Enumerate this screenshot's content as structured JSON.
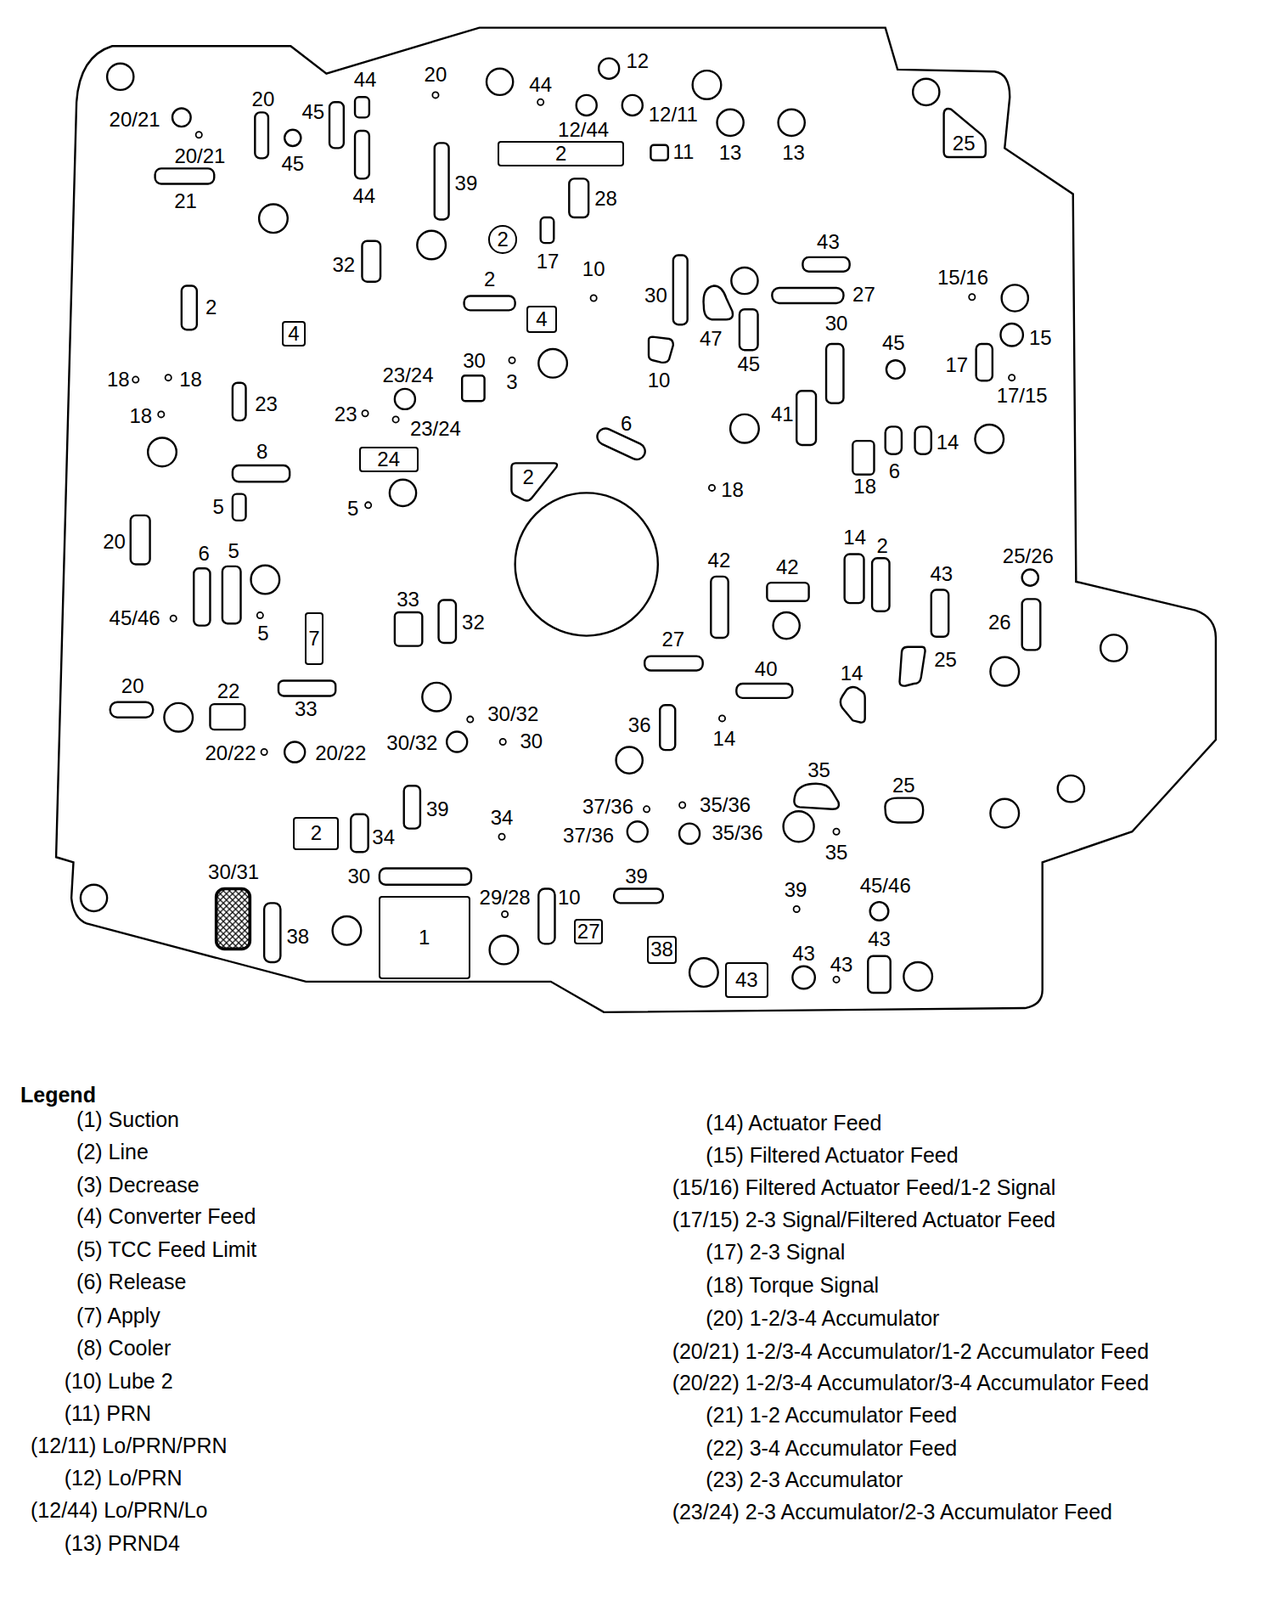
{
  "diagram": {
    "nodes": [
      {
        "text": [
          "2"
        ]
      },
      {
        "text": [
          "25"
        ]
      },
      {
        "text": [
          "2"
        ]
      },
      {
        "text": [
          "4"
        ]
      },
      {
        "text": [
          "4"
        ]
      },
      {
        "text": [
          "24"
        ]
      },
      {
        "text": [
          "2"
        ]
      },
      {
        "text": [
          "7"
        ]
      },
      {
        "text": [
          "2"
        ]
      },
      {
        "text": [
          "1"
        ]
      },
      {
        "text": [
          "27"
        ]
      },
      {
        "text": [
          "38"
        ]
      },
      {
        "text": [
          "43"
        ]
      }
    ],
    "labels": [
      "20/21",
      "20/21",
      "21",
      "20",
      "45",
      "45",
      "44",
      "44",
      "20",
      "44",
      "12",
      "12/44",
      "12/11",
      "11",
      "13",
      "13",
      "39",
      "28",
      "17",
      "32",
      "10",
      "2",
      "2",
      "43",
      "15/16",
      "30",
      "27",
      "47",
      "45",
      "15",
      "30",
      "10",
      "45",
      "17",
      "17/15",
      "18",
      "18",
      "18",
      "23",
      "23/24",
      "30",
      "3",
      "23",
      "23/24",
      "6",
      "41",
      "14",
      "8",
      "18",
      "6",
      "18",
      "5",
      "5",
      "20",
      "6",
      "5",
      "14",
      "2",
      "25/26",
      "42",
      "42",
      "43",
      "33",
      "45/46",
      "32",
      "26",
      "5",
      "27",
      "25",
      "40",
      "14",
      "20",
      "22",
      "33",
      "30/32",
      "36",
      "14",
      "30/32",
      "30",
      "20/22",
      "20/22",
      "35",
      "25",
      "39",
      "37/36",
      "35/36",
      "34",
      "37/36",
      "35/36",
      "34",
      "35",
      "30/31",
      "30",
      "39",
      "45/46",
      "29/28",
      "10",
      "39",
      "38",
      "43",
      "43",
      "43",
      "Legend"
    ],
    "legend": [
      {
        "text": "(1) Suction"
      },
      {
        "text": "(2) Line"
      },
      {
        "text": "(3) Decrease"
      },
      {
        "text": "(4) Converter Feed"
      },
      {
        "text": "(5) TCC Feed Limit"
      },
      {
        "text": "(6) Release"
      },
      {
        "text": "(7) Apply"
      },
      {
        "text": "(8) Cooler"
      },
      {
        "text": "(10) Lube 2"
      },
      {
        "text": "(11) PRN"
      },
      {
        "text": "(12/11) Lo/PRN/PRN"
      },
      {
        "text": "(12) Lo/PRN"
      },
      {
        "text": "(12/44) Lo/PRN/Lo"
      },
      {
        "text": "(13) PRND4"
      },
      {
        "text": "(14) Actuator Feed"
      },
      {
        "text": "(15) Filtered Actuator Feed"
      },
      {
        "text": "(15/16) Filtered Actuator Feed/1-2 Signal"
      },
      {
        "text": "(17/15) 2-3 Signal/Filtered Actuator Feed"
      },
      {
        "text": "(17) 2-3 Signal"
      },
      {
        "text": "(18) Torque Signal"
      },
      {
        "text": "(20) 1-2/3-4 Accumulator"
      },
      {
        "text": "(20/21) 1-2/3-4 Accumulator/1-2 Accumulator Feed"
      },
      {
        "text": "(20/22) 1-2/3-4 Accumulator/3-4 Accumulator Feed"
      },
      {
        "text": "(21) 1-2 Accumulator Feed"
      },
      {
        "text": "(22) 3-4 Accumulator Feed"
      },
      {
        "text": "(23) 2-3 Accumulator"
      },
      {
        "text": "(23/24) 2-3 Accumulator/2-3 Accumulator Feed"
      }
    ]
  }
}
